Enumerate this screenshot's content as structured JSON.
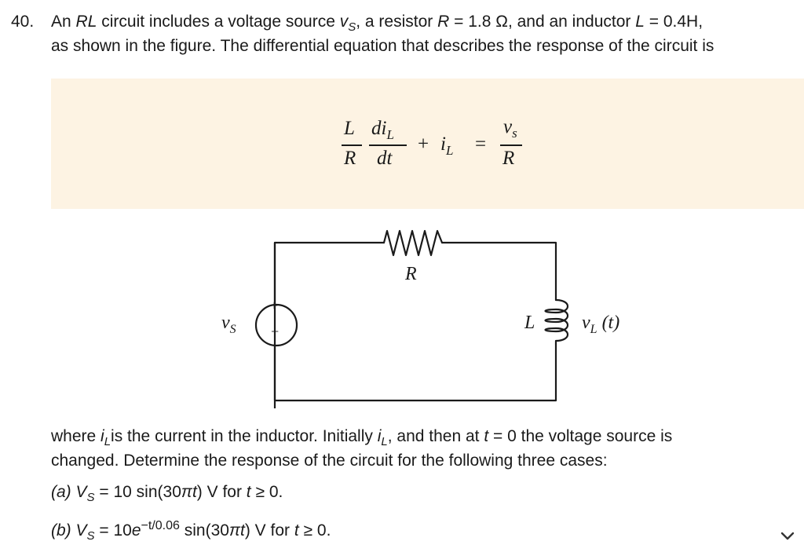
{
  "problem": {
    "number": "40.",
    "line1": {
      "a": "An ",
      "rl": "RL",
      "b": " circuit includes a voltage source ",
      "v": "v",
      "vsub": "S",
      "c": ", a resistor ",
      "r": "R",
      "d": " = 1.8 Ω, and an inductor ",
      "l": "L",
      "e": " = 0.4H,"
    },
    "line2": "as shown in the figure. The differential equation that describes the response of the circuit is"
  },
  "equation": {
    "lhs_num_L": "L",
    "lhs_num_di": "di",
    "lhs_num_sub": "L",
    "lhs_den_R": "R",
    "lhs_den_dt": "dt",
    "plus": "+",
    "i": "i",
    "i_sub": "L",
    "equals": "=",
    "rhs_num": "v",
    "rhs_num_sub": "s",
    "rhs_den": "R"
  },
  "circuit": {
    "resistor_label": "R",
    "inductor_label": "L",
    "source_label": "v",
    "source_sub": "S",
    "output_label": "v",
    "output_sub": "L",
    "output_paren": "(t)",
    "plus_sign": "+",
    "minus_sign": "−",
    "colors": {
      "stroke": "#1a1a1a"
    }
  },
  "body": {
    "p1": {
      "a": "where ",
      "i": "i",
      "isub": "L",
      "b": "is the current in the inductor. Initially ",
      "i2": "i",
      "i2sub": "L",
      "c": ", and then at ",
      "t": "t",
      "d": " = 0 the voltage source is"
    },
    "p2": "changed. Determine the response of the circuit for the following three cases:",
    "case_a": {
      "label": "(a)",
      "v": "V",
      "vsub": "S",
      "eq": " = 10 sin(30",
      "pit": "πt",
      "rest": ") V for ",
      "t": "t",
      "ge": " ≥ 0."
    },
    "case_b": {
      "label": "(b)",
      "v": "V",
      "vsub": "S",
      "eq": " = 10",
      "e": "e",
      "sup": "−t/0.06",
      "sin": " sin(30",
      "pit": "πt",
      "rest": ") V for ",
      "t": "t",
      "ge": " ≥ 0."
    }
  },
  "ui": {
    "scroll_icon": "chevron-down-icon"
  }
}
